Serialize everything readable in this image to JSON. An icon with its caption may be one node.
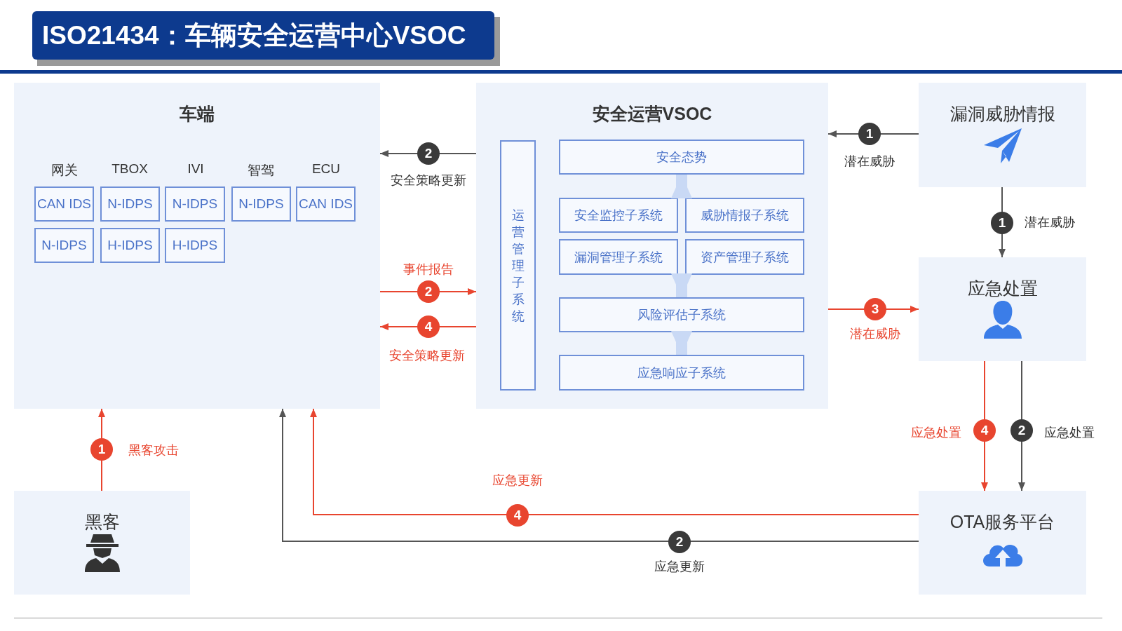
{
  "diagram": {
    "title": "ISO21434：车辆安全运营中心VSOC",
    "nodes": [
      {
        "text": [
          "车端"
        ]
      },
      {
        "text": [
          "CAN IDS"
        ],
        "in": 0
      },
      {
        "text": [
          "N-IDPS"
        ],
        "in": 0
      },
      {
        "text": [
          "N-IDPS"
        ],
        "in": 0
      },
      {
        "text": [
          "N-IDPS"
        ],
        "in": 0
      },
      {
        "text": [
          "CAN IDS"
        ],
        "in": 0
      },
      {
        "text": [
          "N-IDPS"
        ],
        "in": 0
      },
      {
        "text": [
          "H-IDPS"
        ],
        "in": 0
      },
      {
        "text": [
          "H-IDPS"
        ],
        "in": 0
      },
      {
        "text": [
          "安全运营VSOC"
        ]
      },
      {
        "text": [
          "运营管理子系统"
        ],
        "in": 9
      },
      {
        "text": [
          "安全态势"
        ],
        "in": 9
      },
      {
        "text": [
          "安全监控子系统"
        ],
        "in": 9
      },
      {
        "text": [
          "威胁情报子系统"
        ],
        "in": 9
      },
      {
        "text": [
          "漏洞管理子系统"
        ],
        "in": 9
      },
      {
        "text": [
          "资产管理子系统"
        ],
        "in": 9
      },
      {
        "text": [
          "风险评估子系统"
        ],
        "in": 9
      },
      {
        "text": [
          "应急响应子系统"
        ],
        "in": 9
      },
      {
        "text": [
          "漏洞威胁情报"
        ]
      },
      {
        "text": [
          "应急处置"
        ]
      },
      {
        "text": [
          "黑客"
        ]
      },
      {
        "text": [
          "OTA服务平台"
        ]
      }
    ],
    "edges": [
      {
        "from": 18,
        "to": 9,
        "arrow": "to",
        "label": "潜在威胁",
        "color": "#555555"
      },
      {
        "from": 18,
        "to": 19,
        "arrow": "to",
        "label": "潜在威胁",
        "color": "#555555"
      },
      {
        "from": 9,
        "to": 0,
        "arrow": "to",
        "label": "安全策略更新",
        "color": "#555555"
      },
      {
        "from": 0,
        "to": 9,
        "arrow": "to",
        "label": "事件报告"
      },
      {
        "from": 9,
        "to": 0,
        "arrow": "to",
        "label": "安全策略更新"
      },
      {
        "from": 9,
        "to": 19,
        "arrow": "to",
        "label": "潜在威胁"
      },
      {
        "from": 20,
        "to": 0,
        "arrow": "to",
        "label": "黑客攻击"
      },
      {
        "from": 19,
        "to": 21,
        "arrow": "to",
        "label": "应急处置"
      },
      {
        "from": 19,
        "to": 21,
        "arrow": "to",
        "label": "应急处置",
        "color": "#555555"
      },
      {
        "from": 21,
        "to": 0,
        "arrow": "to",
        "label": "应急更新"
      },
      {
        "from": 21,
        "to": 0,
        "arrow": "to",
        "label": "应急更新",
        "color": "#555555"
      },
      {
        "from": 12,
        "to": 11,
        "arrow": "to",
        "style": "thick",
        "color": "#c9d9f5"
      },
      {
        "from": 14,
        "to": 16,
        "arrow": "to",
        "style": "thick",
        "color": "#c9d9f5"
      },
      {
        "from": 16,
        "to": 17,
        "arrow": "to",
        "style": "thick",
        "color": "#c9d9f5"
      }
    ],
    "labels": [
      "网关",
      "TBOX",
      "IVI",
      "智驾",
      "ECU",
      "1",
      "1",
      "2",
      "2",
      "4",
      "3",
      "1",
      "4",
      "2",
      "4",
      "2"
    ]
  }
}
